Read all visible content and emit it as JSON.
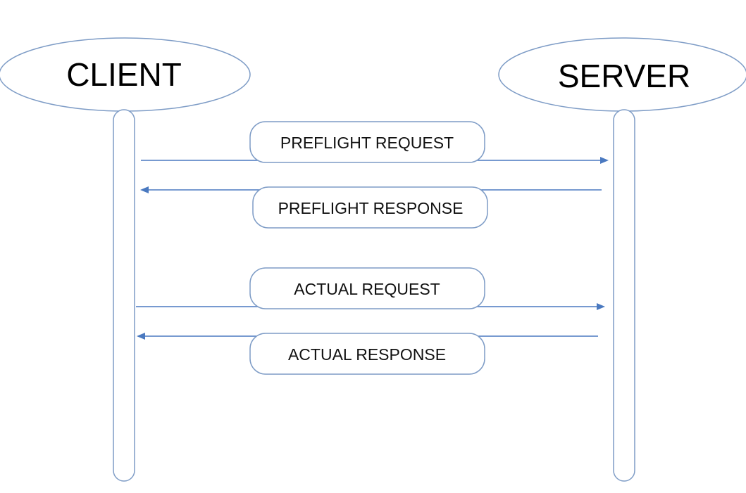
{
  "actors": {
    "client": {
      "label": "CLIENT"
    },
    "server": {
      "label": "SERVER"
    }
  },
  "messages": [
    {
      "label": "PREFLIGHT REQUEST",
      "direction": "client-to-server"
    },
    {
      "label": "PREFLIGHT RESPONSE",
      "direction": "server-to-client"
    },
    {
      "label": "ACTUAL REQUEST",
      "direction": "client-to-server"
    },
    {
      "label": "ACTUAL RESPONSE",
      "direction": "server-to-client"
    }
  ],
  "colors": {
    "outline": "#7e9cc6",
    "arrow": "#4a79c0",
    "text": "#000000"
  }
}
